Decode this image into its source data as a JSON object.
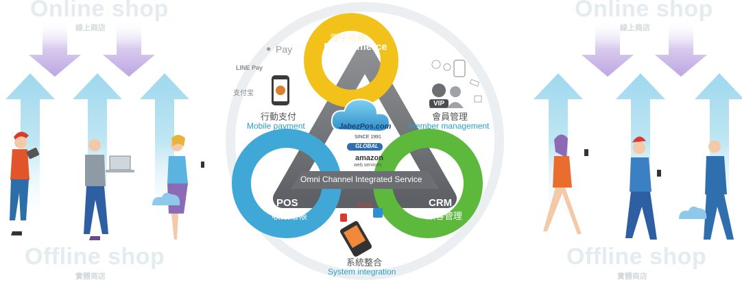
{
  "left_panel": {
    "top_title": "Online shop",
    "top_subtitle": "線上商店",
    "bottom_title": "Offline shop",
    "bottom_subtitle": "實體商店"
  },
  "right_panel": {
    "top_title": "Online shop",
    "top_subtitle": "線上商店",
    "bottom_title": "Offline shop",
    "bottom_subtitle": "實體商店"
  },
  "center": {
    "ecommerce": {
      "cn": "電子商務",
      "en": "E-Commerce"
    },
    "pos": {
      "en": "POS",
      "cn": "收銀結帳"
    },
    "crm": {
      "en": "CRM",
      "cn": "顧客管理"
    },
    "mobile_payment": {
      "cn": "行動支付",
      "en": "Mobile payment"
    },
    "member_management": {
      "cn": "會員管理",
      "en": "Member management"
    },
    "system_integration": {
      "cn": "系統整合",
      "en": "System integration"
    },
    "triangle_label": "Omni Channel Integrated Service",
    "brand": "JabezPos.com",
    "since": "SINCE 1991",
    "global": "GLOBAL",
    "amazon": "amazon",
    "amazon_sub": "web services",
    "vip": "VIP",
    "apple_pay": "Pay",
    "line_pay": "LINE Pay",
    "alipay": "支付宝",
    "eccr": "ECCR"
  },
  "colors": {
    "ecommerce": "#f2c21a",
    "pos": "#3fa8d6",
    "crm": "#5cb93b",
    "arrow_blue": "#bfe6f3",
    "arrow_purple": "#c9b6e6"
  }
}
